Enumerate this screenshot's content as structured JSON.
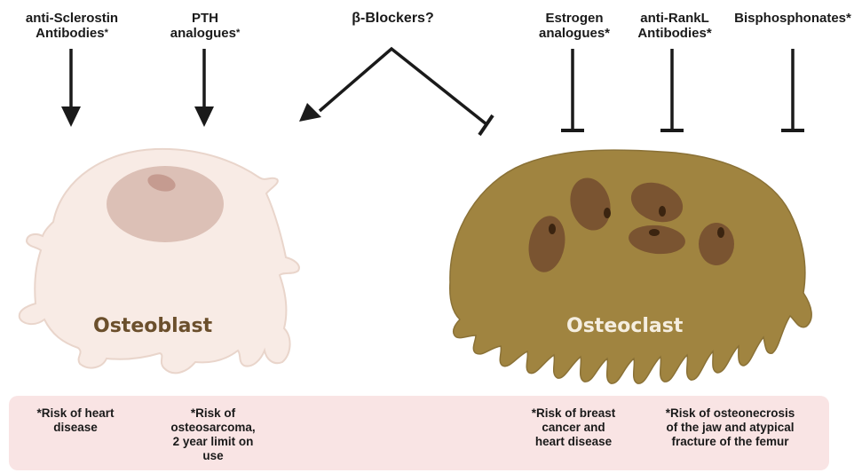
{
  "drugs": {
    "sclerostin": {
      "line1": "anti-Sclerostin",
      "line2": "Antibodies",
      "mark": "*"
    },
    "pth": {
      "line1": "PTH",
      "line2": "analogues",
      "mark": "*"
    },
    "beta": {
      "label": "β-Blockers?"
    },
    "estrogen": {
      "line1": "Estrogen",
      "line2": "analogues*"
    },
    "rankl": {
      "line1": "anti-RankL",
      "line2": "Antibodies*"
    },
    "bisphos": {
      "label": "Bisphosphonates*"
    }
  },
  "cells": {
    "osteoblast": {
      "label": "Osteoblast",
      "label_color": "#6b4f2c",
      "fill": "#f8ebe5"
    },
    "osteoclast": {
      "label": "Osteoclast",
      "label_color": "#f5eee0",
      "fill": "#a08440"
    }
  },
  "risks": {
    "sclerostin": [
      "*Risk of heart",
      "disease"
    ],
    "pth": [
      "*Risk of",
      "osteosarcoma,",
      "2 year limit on",
      "use"
    ],
    "estrogen": [
      "*Risk of breast",
      "cancer and",
      "heart disease"
    ],
    "bisphos": [
      "*Risk of osteonecrosis",
      "of the jaw and atypical",
      "fracture of the femur"
    ]
  },
  "colors": {
    "risk_band": "#f9e4e4",
    "arrow": "#1a1a1a"
  }
}
